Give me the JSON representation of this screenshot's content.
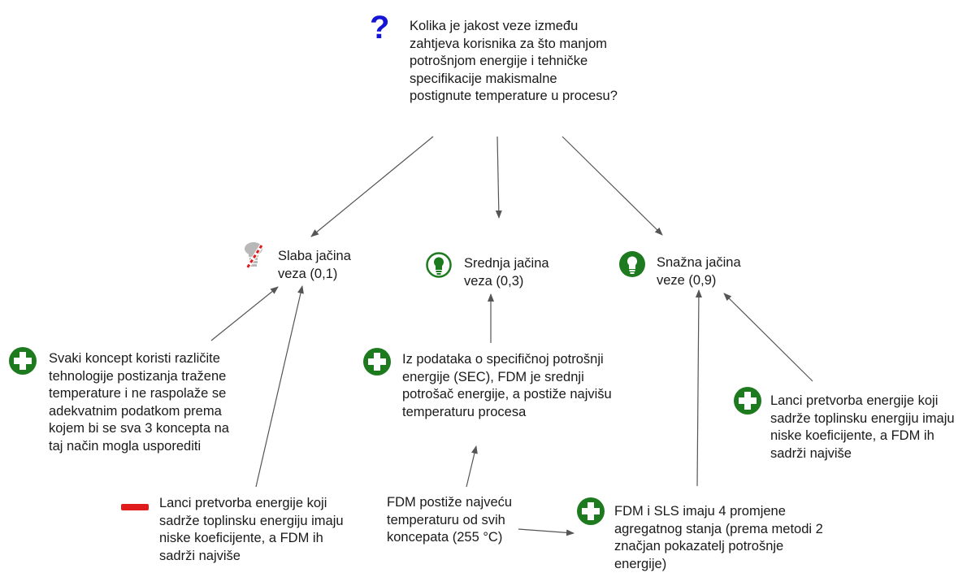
{
  "question": {
    "icon": "question-mark-icon",
    "text": "Kolika je jakost veze između zahtjeva korisnika za što manjom potrošnjom energije i tehničke specifikacije makismalne postignute temperature u procesu?"
  },
  "levels": {
    "weak": {
      "icon": "crossed-out-lightbulb-icon",
      "label": "Slaba jačina veza (0,1)"
    },
    "medium": {
      "icon": "lightbulb-outline-icon",
      "label": "Srednja jačina veza (0,3)"
    },
    "strong": {
      "icon": "lightbulb-filled-icon",
      "label": "Snažna jačina veze (0,9)"
    }
  },
  "arguments": {
    "weak_plus": {
      "icon": "plus-icon",
      "text": "Svaki koncept koristi različite tehnologije postizanja tražene temperature i ne raspolaže se adekvatnim podatkom prema kojem bi se sva 3 koncepta na taj način mogla usporediti"
    },
    "weak_minus": {
      "icon": "minus-icon",
      "text": "Lanci pretvorba energije koji sadrže toplinsku energiju imaju niske koeficijente, a FDM ih sadrži najviše"
    },
    "medium_plus": {
      "icon": "plus-icon",
      "text": "Iz podataka o specifičnoj potrošnji energije (SEC), FDM je srednji potrošač energije, a postiže najvišu temperaturu procesa"
    },
    "medium_fact": {
      "text": "FDM postiže najveću temperaturu od svih koncepata (255 °C)"
    },
    "strong_plus_top": {
      "icon": "plus-icon",
      "text": "Lanci pretvorba energije koji sadrže toplinsku energiju imaju niske koeficijente, a FDM ih sadrži najviše"
    },
    "strong_plus_bottom": {
      "icon": "plus-icon",
      "text": "FDM i SLS imaju 4 promjene agregatnog stanja (prema metodi 2 značjan pokazatelj potrošnje energije)"
    }
  },
  "colors": {
    "question_blue": "#1414d6",
    "positive_green": "#1e7a1e",
    "negative_red": "#e01b1b",
    "arrow": "#555555",
    "text": "#1a1a1a"
  }
}
